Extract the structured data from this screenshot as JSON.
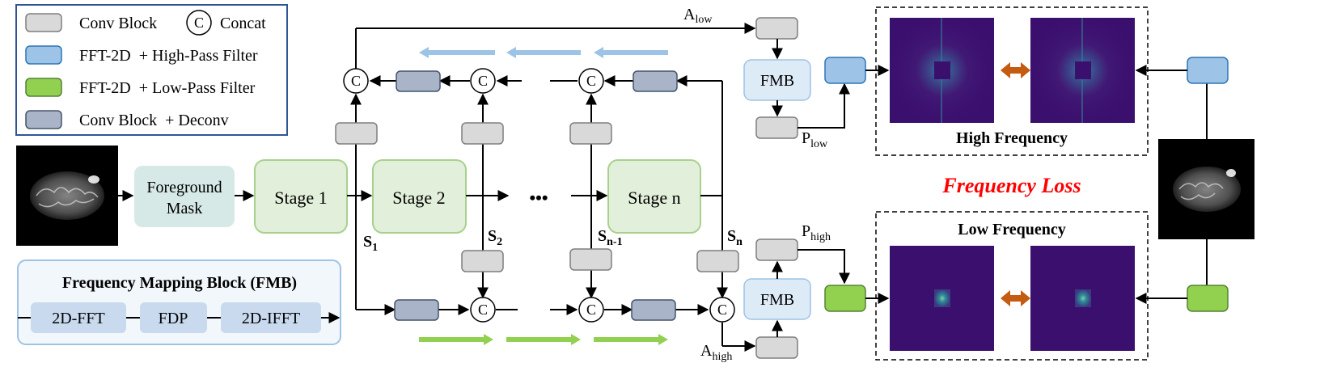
{
  "legend": {
    "items": [
      {
        "label": "Conv Block"
      },
      {
        "label": "FFT-2D  + High-Pass Filter"
      },
      {
        "label": "FFT-2D  + Low-Pass Filter"
      },
      {
        "label": "Conv Block  + Deconv"
      }
    ],
    "concat_symbol": "C",
    "concat_label": "Concat"
  },
  "pipeline": {
    "foreground_mask": [
      "Foreground",
      "Mask"
    ],
    "stages": [
      "Stage 1",
      "Stage 2",
      "Stage n"
    ],
    "ellipsis": "•••"
  },
  "skips": [
    {
      "base": "S",
      "sub": "1"
    },
    {
      "base": "S",
      "sub": "2"
    },
    {
      "base": "S",
      "sub": "n-1"
    },
    {
      "base": "S",
      "sub": "n"
    }
  ],
  "signals": {
    "a_low": {
      "base": "A",
      "sub": "low"
    },
    "p_low": {
      "base": "P",
      "sub": "low"
    },
    "p_high": {
      "base": "P",
      "sub": "high"
    },
    "a_high": {
      "base": "A",
      "sub": "high"
    }
  },
  "fmb_label": "FMB",
  "fmb_detail": {
    "title": "Frequency Mapping Block (FMB)",
    "steps": [
      "2D-FFT",
      "FDP",
      "2D-IFFT"
    ]
  },
  "panels": {
    "high_title": "High Frequency",
    "low_title": "Low Frequency"
  },
  "loss_label": "Frequency Loss",
  "colors": {
    "conv_fill": "#d9d9d9",
    "deconv_fill": "#a9b4c8",
    "high_pass_fill": "#9dc3e6",
    "low_pass_fill": "#92d050",
    "stage_fill": "#e2efda",
    "stage_border": "#a9d18e",
    "mask_fill": "#d6e9e6",
    "fmb_fill": "#ddebf7",
    "spectrum_bg": "#3b0f6e",
    "loss_text": "#ff0000",
    "double_arrow": "#c55a11",
    "legend_border": "#2f5597"
  },
  "icons": [
    "concat-circle-icon",
    "double-arrow-icon",
    "brain-mri-icon",
    "frequency-spectrum-icon"
  ]
}
